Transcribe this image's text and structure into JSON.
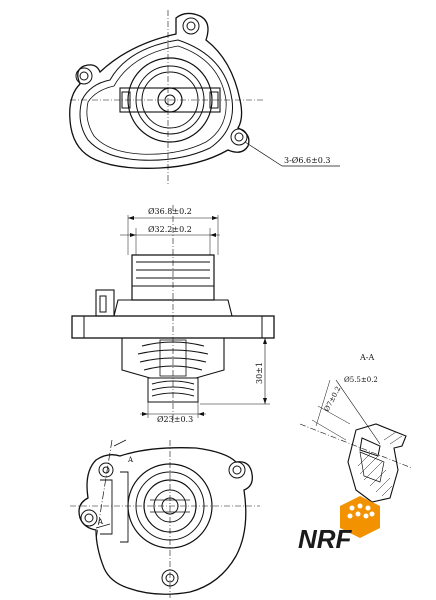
{
  "top_view": {
    "hole_callout": "3-Ø6.6±0.3"
  },
  "side_view": {
    "dim_outer_diameter": "Ø36.8±0.2",
    "dim_inner_diameter": "Ø32.2±0.2",
    "dim_height": "30±1",
    "dim_spring_diameter": "Ø23±0.3"
  },
  "section_view": {
    "title": "A-A",
    "dim_bore": "Ø5.5±0.2",
    "dim_seat": "Ø7±0.2"
  },
  "bottom_view": {
    "section_marker_upper": "A",
    "section_marker_lower": "A"
  },
  "logo": {
    "text": "NRF",
    "colors": {
      "badge": "#f39200",
      "text": "#1a1a1a"
    }
  }
}
